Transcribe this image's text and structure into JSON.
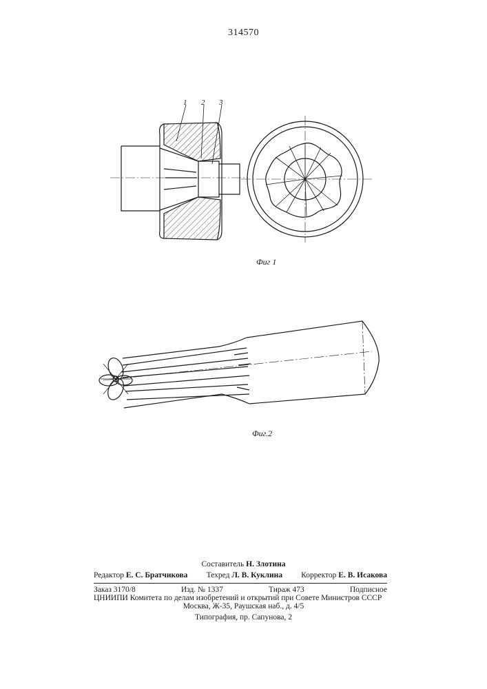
{
  "header": {
    "patent_number": "314570"
  },
  "figures": {
    "fig1": {
      "caption": "Фиг 1",
      "part_labels": [
        "1",
        "2",
        "3"
      ]
    },
    "fig2": {
      "caption": "Фиг.2"
    }
  },
  "imprint": {
    "compiler_label": "Составитель",
    "compiler_name": "Н. Злотина",
    "editor_label": "Редактор",
    "editor_name": "Е. С. Братчикова",
    "techred_label": "Техред",
    "techred_name": "Л. В. Куклина",
    "corrector_label": "Корректор",
    "corrector_name": "Е. В. Исакова",
    "order": "Заказ 3170/8",
    "edition": "Изд. № 1337",
    "circulation": "Тираж 473",
    "subscription": "Подписное",
    "org_name": "ЦНИИПИ Комитета по делам изобретений и открытий при Совете Министров СССР",
    "org_tail": "Совете Министров СССР",
    "address": "Москва, Ж-35, Раушская наб., д. 4/5",
    "printer": "Типография, пр. Сапунова, 2"
  }
}
